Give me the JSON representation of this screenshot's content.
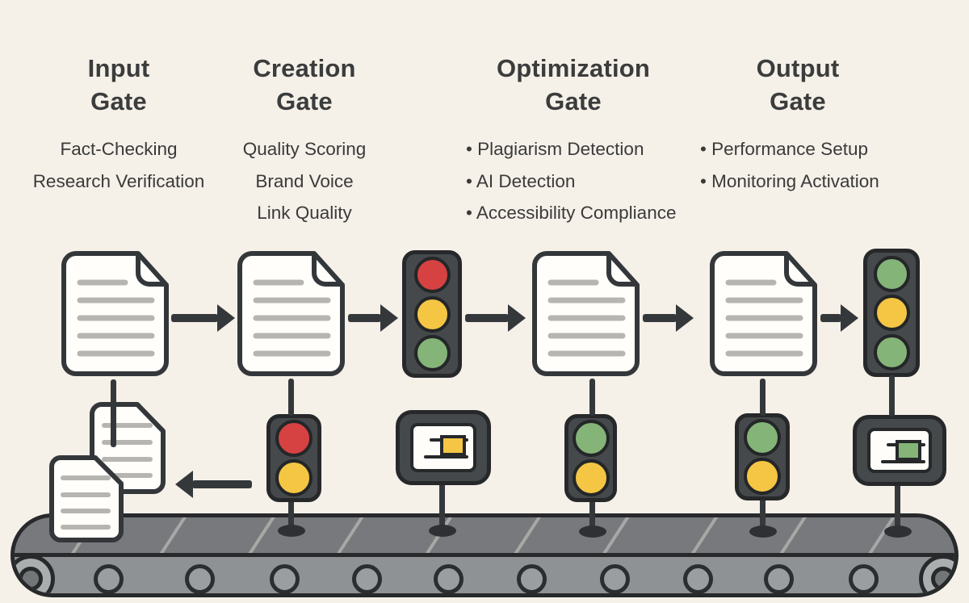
{
  "gates": [
    {
      "title_line1": "Input",
      "title_line2": "Gate",
      "items": [
        "Fact-Checking",
        "Research Verification"
      ],
      "bulleted": false
    },
    {
      "title_line1": "Creation",
      "title_line2": "Gate",
      "items": [
        "Quality Scoring",
        "Brand Voice",
        "Link Quality"
      ],
      "bulleted": false
    },
    {
      "title_line1": "Optimization",
      "title_line2": "Gate",
      "items": [
        "• Plagiarism Detection",
        "• AI Detection",
        "• Accessibility Compliance"
      ],
      "bulleted": true
    },
    {
      "title_line1": "Output",
      "title_line2": "Gate",
      "items": [
        "• Performance Setup",
        "• Monitoring Activation"
      ],
      "bulleted": true
    }
  ],
  "lights": {
    "creation_gate_signal": [
      "red",
      "yellow",
      "green"
    ],
    "output_gate_signal": [
      "green",
      "yellow",
      "green"
    ],
    "creation_check_signal": [
      "red",
      "yellow"
    ],
    "optimization_check_signal": [
      "green",
      "yellow"
    ],
    "output_check_signal": [
      "green",
      "yellow"
    ]
  },
  "gauges": {
    "optimization_gauge_fill": "yellow",
    "output_gauge_fill": "green"
  },
  "colors": {
    "background": "#f5f0e8",
    "outline": "#26282a",
    "red": "#d64242",
    "yellow": "#f4c644",
    "green": "#84b478",
    "document_fill": "#fffefa",
    "document_line": "#b6b5b2",
    "belt_surface": "#77797c",
    "belt_front": "#8f9294",
    "text": "#3a3a3a"
  },
  "icons": [
    "document-icon",
    "document-stack-icon",
    "traffic-light-icon",
    "progress-gauge-icon",
    "conveyor-belt-icon",
    "arrow-right-icon",
    "arrow-left-icon"
  ]
}
